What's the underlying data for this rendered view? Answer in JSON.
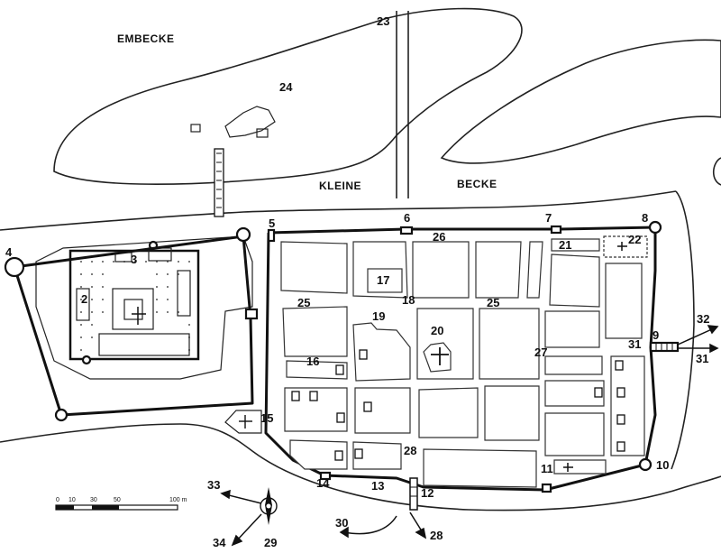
{
  "map": {
    "area_labels": {
      "embecke": "EMBECKE",
      "kleine": "KLEINE",
      "becke": "BECKE"
    },
    "numbers": {
      "n2": "2",
      "n3": "3",
      "n4": "4",
      "n5": "5",
      "n6": "6",
      "n7": "7",
      "n8": "8",
      "n9": "9",
      "n10": "10",
      "n11": "11",
      "n12": "12",
      "n13": "13",
      "n14": "14",
      "n15": "15",
      "n16": "16",
      "n17": "17",
      "n18": "18",
      "n19": "19",
      "n20": "20",
      "n21": "21",
      "n22": "22",
      "n23": "23",
      "n24": "24",
      "n25a": "25",
      "n25b": "25",
      "n26": "26",
      "n27": "27",
      "n28a": "28",
      "n28b": "28",
      "n29": "29",
      "n30": "30",
      "n31a": "31",
      "n31b": "31",
      "n32": "32",
      "n33": "33",
      "n34": "34"
    },
    "scale": {
      "t0": "0",
      "t1": "10",
      "t2": "30",
      "t3": "50",
      "t4": "100 m"
    }
  }
}
